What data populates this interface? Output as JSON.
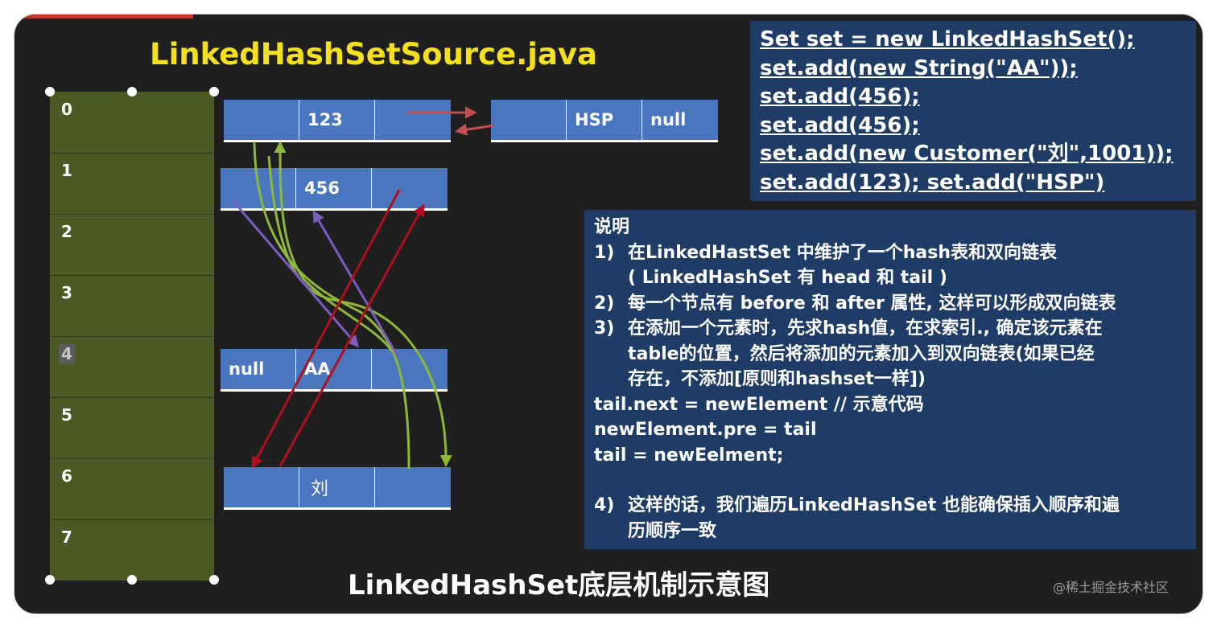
{
  "file_title": "LinkedHashSetSource.java",
  "bottom_title": "LinkedHashSet底层机制示意图",
  "watermark": "@稀土掘金技术社区",
  "table": {
    "indices": [
      "0",
      "1",
      "2",
      "3",
      "4",
      "5",
      "6",
      "7"
    ]
  },
  "nodes": {
    "n123": [
      "",
      "123",
      ""
    ],
    "nHSP": [
      "",
      "HSP",
      "null"
    ],
    "n456": [
      "",
      "456",
      ""
    ],
    "nAA": [
      "null",
      "AA",
      ""
    ],
    "nLiu": [
      "",
      "刘",
      ""
    ]
  },
  "code": [
    "Set set = new LinkedHashSet();",
    "set.add(new String(\"AA\"));",
    "set.add(456);",
    "set.add(456);",
    "set.add(new Customer(\"刘\",1001));",
    "set.add(123); set.add(\"HSP\")"
  ],
  "explain": {
    "heading": "说明",
    "p1_num": "1)",
    "p1_l1": "在LinkedHastSet 中维护了一个hash表和双向链表",
    "p1_l2": "( LinkedHashSet 有 head 和 tail )",
    "p2_num": "2)",
    "p2_l1": "每一个节点有 before 和 after 属性, 这样可以形成双向链表",
    "p3_num": "3)",
    "p3_l1": "在添加一个元素时，先求hash值，在求索引., 确定该元素在",
    "p3_l2": "table的位置，然后将添加的元素加入到双向链表(如果已经",
    "p3_l3": "存在，不添加[原则和hashset一样])",
    "code1": "tail.next = newElement // 示意代码",
    "code2": "newElement.pre = tail",
    "code3": "tail = newEelment;",
    "p4_num": "4)",
    "p4_l1": "这样的话，我们遍历LinkedHashSet 也能确保插入顺序和遍",
    "p4_l2": "历顺序一致"
  },
  "colors": {
    "background": "#1f1f1f",
    "table_fill": "#4a5a22",
    "node_fill": "#4a76bf",
    "panel_fill": "#1f3c66",
    "title_yellow": "#f4e01c",
    "arrow_green": "#8db83a",
    "arrow_purple": "#7b5cc0",
    "arrow_red": "#b0101e",
    "arrow_red_light": "#c0504d"
  }
}
